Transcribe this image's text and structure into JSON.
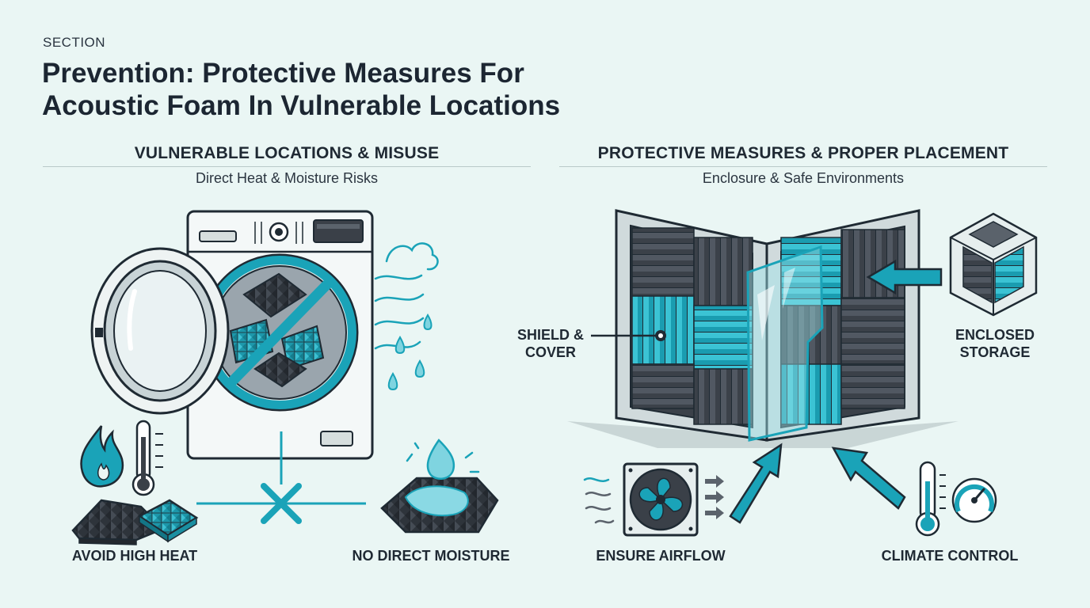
{
  "header": {
    "eyebrow": "SECTION",
    "title": "Prevention:  Protective Measures For Acoustic Foam In Vulnerable Locations"
  },
  "left_panel": {
    "heading": "VULNERABLE LOCATIONS & MISUSE",
    "subheading": "Direct Heat & Moisture Risks",
    "labels": {
      "heat": "AVOID HIGH HEAT",
      "moisture": "NO DIRECT MOISTURE"
    }
  },
  "right_panel": {
    "heading": "PROTECTIVE MEASURES & PROPER PLACEMENT",
    "subheading": "Enclosure & Safe Environments",
    "labels": {
      "shield_line1": "SHIELD &",
      "shield_line2": "COVER",
      "storage_line1": "ENCLOSED",
      "storage_line2": "STORAGE",
      "airflow": "ENSURE AIRFLOW",
      "climate": "CLIMATE CONTROL"
    }
  },
  "colors": {
    "background": "#eaf6f4",
    "accent_teal": "#1aa3b8",
    "dark_foam": "#3a4048",
    "outline": "#1f2a33"
  }
}
